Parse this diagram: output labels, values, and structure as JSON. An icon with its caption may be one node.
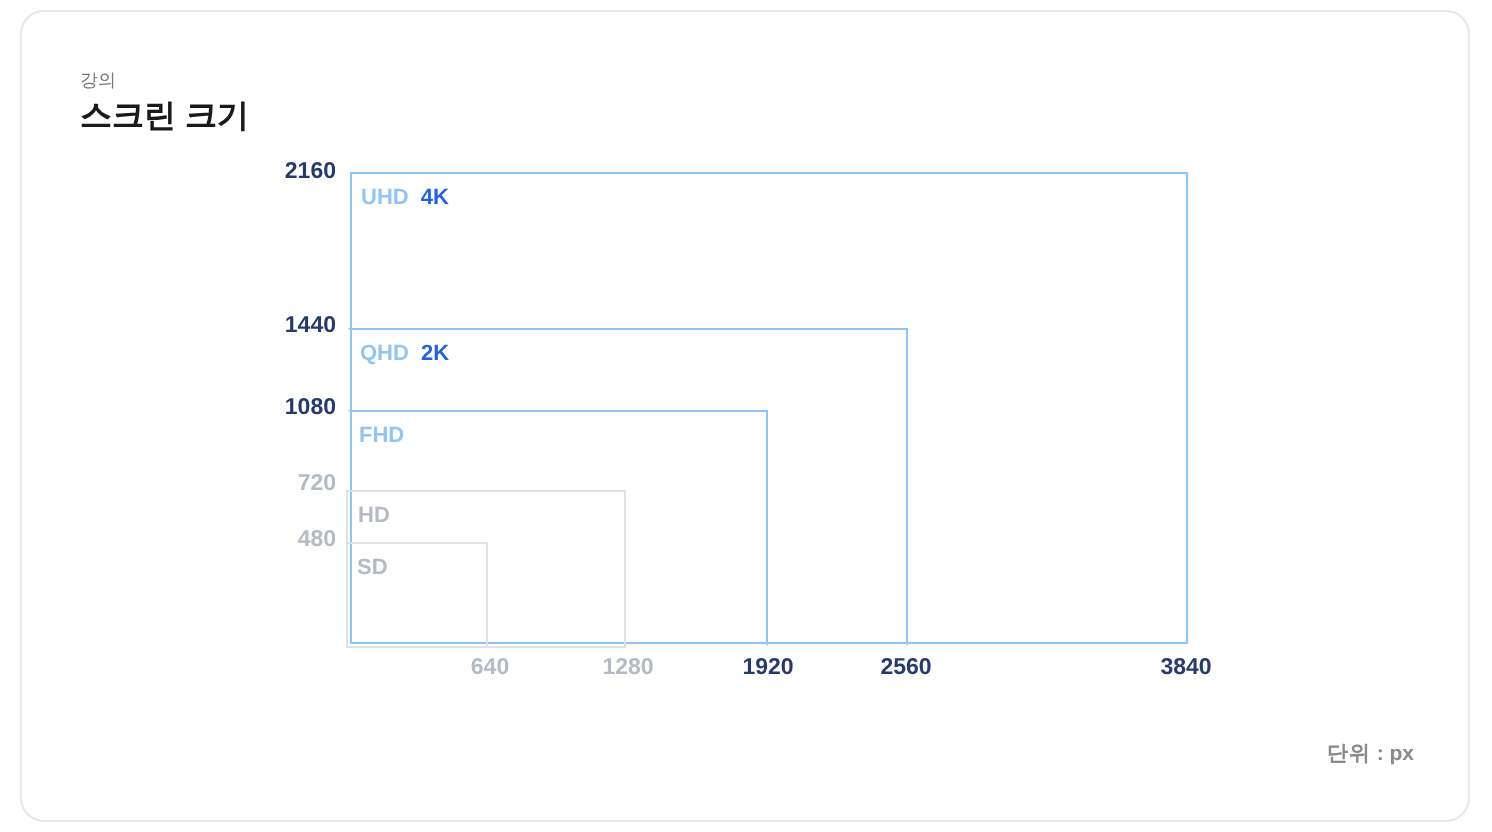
{
  "diagram": {
    "title": "스크린 크기",
    "nodes": [
      {
        "text": [
          "UHD",
          "4K"
        ]
      },
      {
        "text": [
          "QHD",
          "2K"
        ],
        "in": 0
      },
      {
        "text": [
          "FHD"
        ],
        "in": 1
      },
      {
        "text": [
          "HD"
        ],
        "in": 2
      },
      {
        "text": [
          "SD"
        ],
        "in": 3
      }
    ],
    "labels": [
      "강의",
      "2160",
      "1440",
      "1080",
      "720",
      "480",
      "640",
      "1280",
      "1920",
      "2560",
      "3840",
      "단위 : px"
    ]
  }
}
